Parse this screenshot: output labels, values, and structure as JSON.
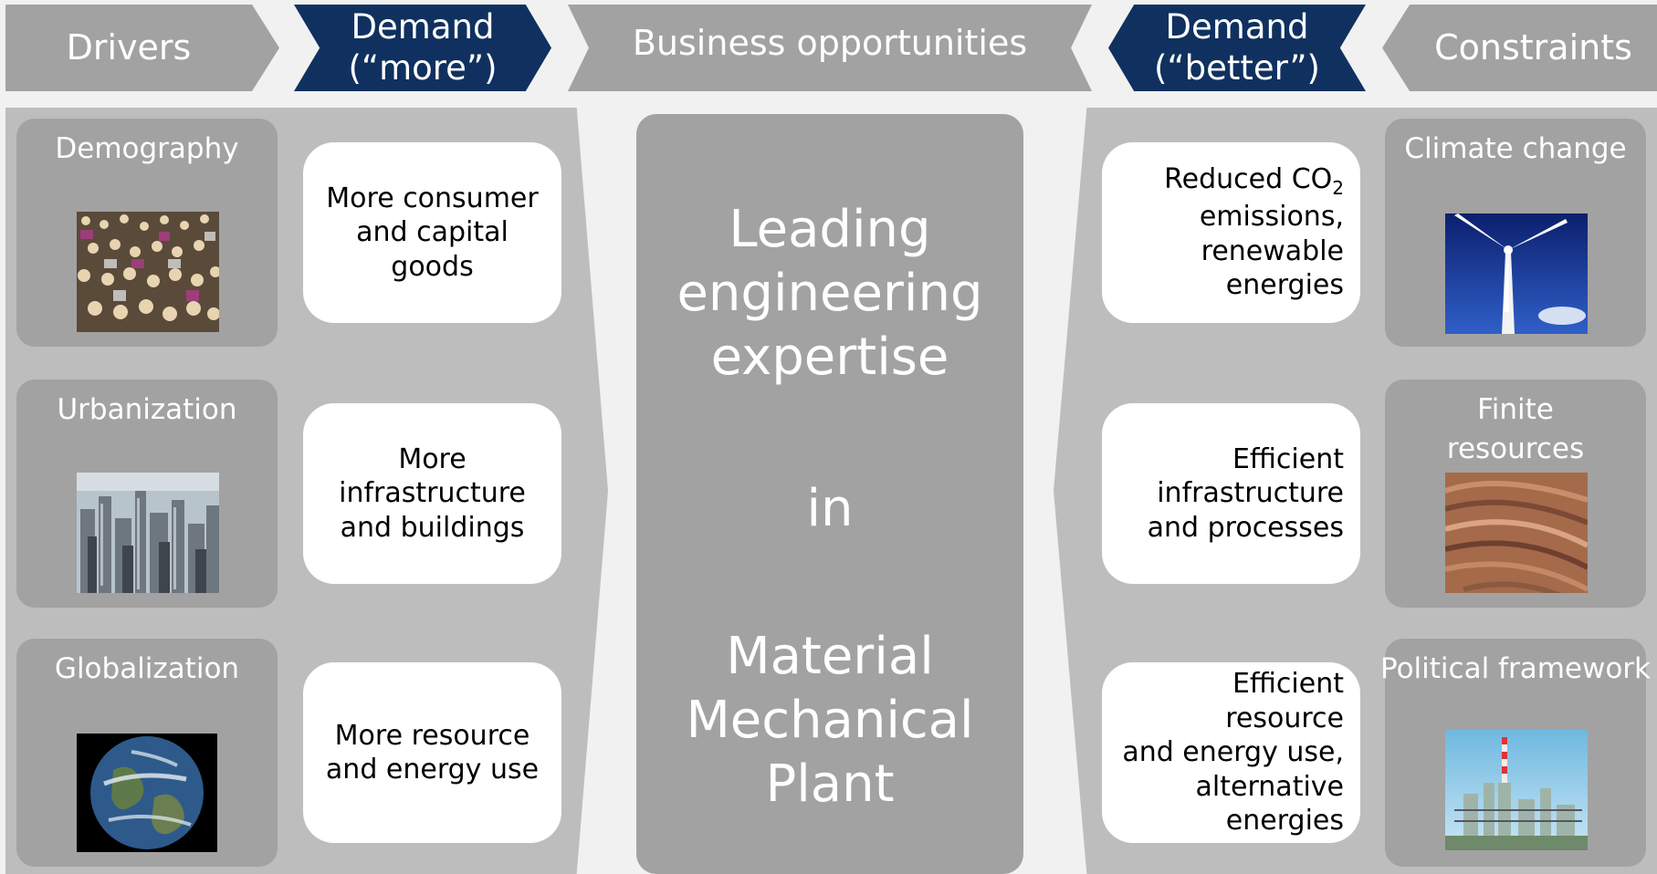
{
  "header": {
    "drivers": "Drivers",
    "demand_more": "Demand\n(“more”)",
    "business": "Business opportunities",
    "demand_better": "Demand\n(“better”)",
    "constraints": "Constraints"
  },
  "drivers": [
    {
      "label": "Demography",
      "icon": "crowd-photo"
    },
    {
      "label": "Urbanization",
      "icon": "city-skyline-photo"
    },
    {
      "label": "Globalization",
      "icon": "earth-photo"
    }
  ],
  "demand_more": [
    "More consumer\nand capital\ngoods",
    "More\ninfrastructure\nand buildings",
    "More resource\nand energy use"
  ],
  "center": {
    "line1": "Leading\nengineering\nexpertise",
    "line2": "in",
    "line3": "Material\nMechanical\nPlant"
  },
  "demand_better": {
    "item1_prefix": "Reduced CO",
    "item1_subscript": "2",
    "item1_rest": "emissions,\nrenewable\nenergies",
    "item2": "Efficient\ninfrastructure\nand processes",
    "item3": "Efficient resource\nand energy use,\nalternative\nenergies"
  },
  "constraints": [
    {
      "label": "Climate change",
      "icon": "wind-turbine-photo"
    },
    {
      "label": "Finite\nresources",
      "icon": "open-pit-mine-photo"
    },
    {
      "label": "Political framework",
      "icon": "industrial-plant-photo"
    }
  ],
  "colors": {
    "navy": "#10315f",
    "gray": "#a2a2a2",
    "panel": "#bdbdbd",
    "background": "#f1f1f1"
  }
}
